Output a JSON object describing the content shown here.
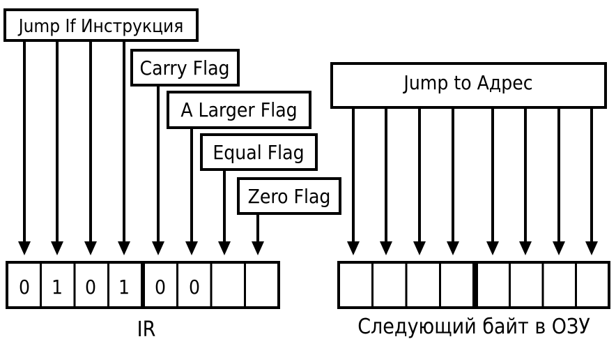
{
  "labels": {
    "jump_if_instruction": "Jump If Инструкция",
    "carry_flag": "Carry Flag",
    "a_larger_flag": "A Larger Flag",
    "equal_flag": "Equal Flag",
    "zero_flag": "Zero Flag",
    "jump_to_address": "Jump to Адрес"
  },
  "ir": {
    "caption": "IR",
    "bits": [
      "0",
      "1",
      "0",
      "1",
      "0",
      "0",
      "",
      ""
    ]
  },
  "ram_byte": {
    "caption": "Следующий байт в ОЗУ",
    "bits": [
      "",
      "",
      "",
      "",
      "",
      "",
      "",
      ""
    ]
  },
  "colors": {
    "stroke": "#000000",
    "background": "#ffffff"
  }
}
